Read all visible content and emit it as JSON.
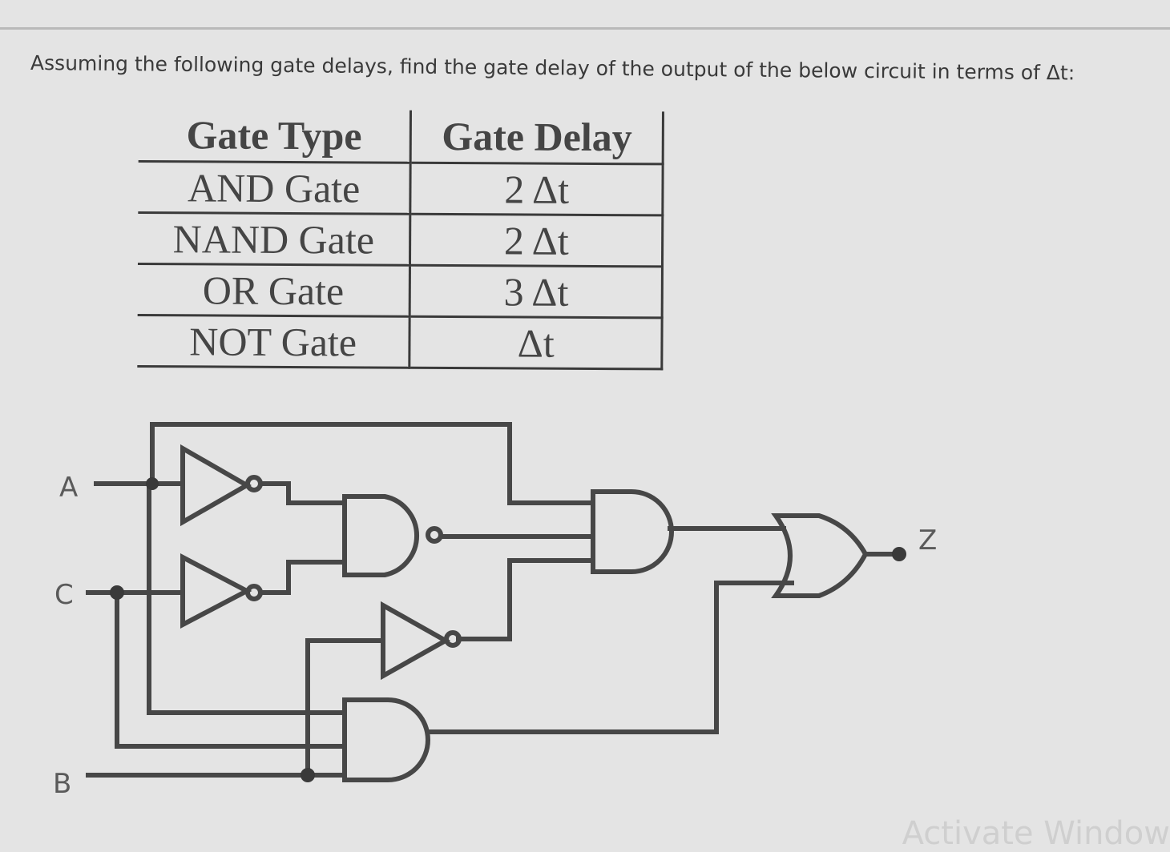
{
  "question": {
    "text": "Assuming the following gate delays, find the gate delay of the output of the below circuit in terms of Δt:"
  },
  "table": {
    "headers": [
      "Gate Type",
      "Gate Delay"
    ],
    "rows": [
      {
        "type": "AND Gate",
        "delay": "2 Δt"
      },
      {
        "type": "NAND Gate",
        "delay": "2 Δt"
      },
      {
        "type": "OR Gate",
        "delay": "3 Δt"
      },
      {
        "type": "NOT Gate",
        "delay": "Δt"
      }
    ]
  },
  "circuit": {
    "inputs": {
      "a": "A",
      "c": "C",
      "b": "B"
    },
    "output": "Z"
  },
  "watermark": {
    "text": "Activate Window"
  }
}
